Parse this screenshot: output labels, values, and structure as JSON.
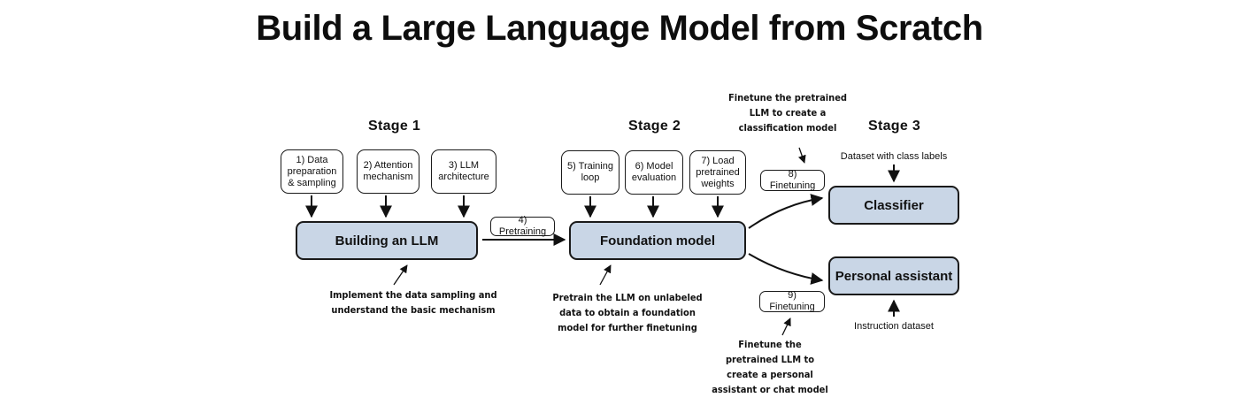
{
  "title": "Build a Large Language Model from Scratch",
  "stages": {
    "stage1": "Stage 1",
    "stage2": "Stage 2",
    "stage3": "Stage 3"
  },
  "stage1": {
    "steps": [
      "1) Data\npreparation\n& sampling",
      "2) Attention\nmechanism",
      "3) LLM\narchitecture"
    ],
    "main": "Building an LLM",
    "note": "Implement the data sampling and\nunderstand the basic mechanism"
  },
  "pretraining": "4) Pretraining",
  "stage2": {
    "steps": [
      "5) Training\nloop",
      "6) Model\nevaluation",
      "7) Load\npretrained\nweights"
    ],
    "main": "Foundation model",
    "note": "Pretrain the LLM on unlabeled\ndata to obtain a foundation\nmodel for further finetuning"
  },
  "stage3": {
    "finetune8": "8) Finetuning",
    "finetune8_note": "Finetune the pretrained\nLLM to create a\nclassification model",
    "classifier": "Classifier",
    "classifier_input": "Dataset with class labels",
    "finetune9": "9) Finetuning",
    "finetune9_note": "Finetune the\npretrained LLM to\ncreate a personal\nassistant or chat model",
    "assistant": "Personal assistant",
    "assistant_input": "Instruction dataset"
  }
}
